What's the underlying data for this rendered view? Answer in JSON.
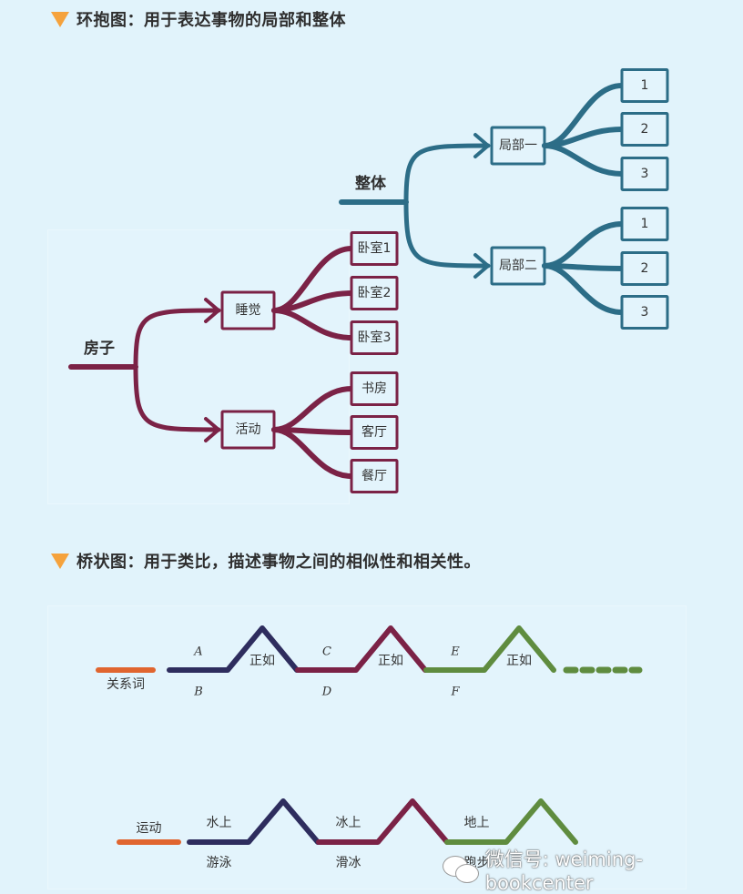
{
  "section1": {
    "heading": "环抱图：用于表达事物的局部和整体",
    "bullet_icon": "orange-down-triangle",
    "color": "#2c6d87",
    "color_house": "#7b2246",
    "tree_whole": {
      "root": "整体",
      "branches": [
        {
          "label": "局部一",
          "children": [
            "1",
            "2",
            "3"
          ]
        },
        {
          "label": "局部二",
          "children": [
            "1",
            "2",
            "3"
          ]
        }
      ]
    },
    "tree_house": {
      "root": "房子",
      "branches": [
        {
          "label": "睡觉",
          "children": [
            "卧室1",
            "卧室2",
            "卧室3"
          ]
        },
        {
          "label": "活动",
          "children": [
            "书房",
            "客厅",
            "餐厅"
          ]
        }
      ]
    }
  },
  "section2": {
    "heading": "桥状图：用于类比，描述事物之间的相似性和相关性。",
    "bullet_icon": "orange-down-triangle",
    "colors": {
      "relation": "#e0652f",
      "bridge1": "#2e2d5e",
      "bridge2": "#7b2246",
      "bridge3": "#5f8c3f"
    },
    "template": {
      "relation_label": "关系词",
      "connector": "正如",
      "pairs": [
        {
          "top": "A",
          "bottom": "B"
        },
        {
          "top": "C",
          "bottom": "D"
        },
        {
          "top": "E",
          "bottom": "F"
        }
      ]
    },
    "example": {
      "relation_label": "运动",
      "pairs": [
        {
          "top": "水上",
          "bottom": "游泳"
        },
        {
          "top": "冰上",
          "bottom": "滑冰"
        },
        {
          "top": "地上",
          "bottom": "跑步"
        }
      ]
    }
  },
  "watermark": {
    "icon": "wechat-icon",
    "text": "微信号: weiming-bookcenter"
  }
}
